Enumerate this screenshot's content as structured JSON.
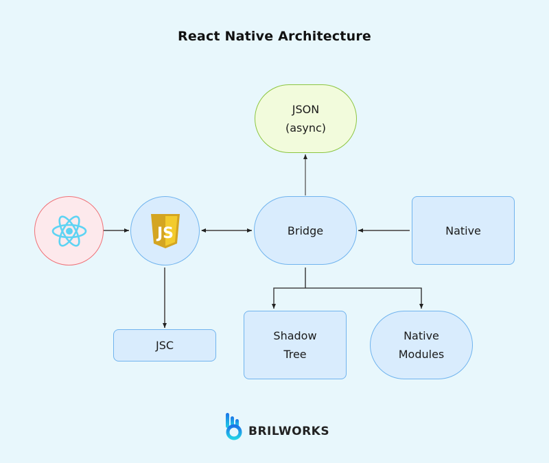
{
  "title": "React Native Architecture",
  "nodes": {
    "react": {
      "label": "",
      "icon": "react-atom-icon"
    },
    "js": {
      "label": "",
      "icon": "javascript-shield-icon"
    },
    "bridge": {
      "label": "Bridge"
    },
    "json": {
      "label": "JSON\n(async)"
    },
    "native": {
      "label": "Native"
    },
    "jsc": {
      "label": "JSC"
    },
    "shadow_tree": {
      "label": "Shadow\nTree"
    },
    "native_modules": {
      "label": "Native\nModules"
    }
  },
  "edges": [
    {
      "from": "react",
      "to": "js",
      "type": "arrow"
    },
    {
      "from": "js",
      "to": "bridge",
      "type": "bidirectional"
    },
    {
      "from": "native",
      "to": "bridge",
      "type": "arrow"
    },
    {
      "from": "bridge",
      "to": "json",
      "type": "arrow"
    },
    {
      "from": "js",
      "to": "jsc",
      "type": "arrow"
    },
    {
      "from": "bridge",
      "to": "shadow_tree",
      "type": "arrow"
    },
    {
      "from": "bridge",
      "to": "native_modules",
      "type": "arrow"
    }
  ],
  "brand": {
    "name": "BRILWORKS"
  },
  "colors": {
    "background": "#e8f7fc",
    "node_fill": "#d9ecfd",
    "node_stroke": "#6fb3ee",
    "json_fill": "#f2fbdc",
    "json_stroke": "#8bc53f",
    "react_fill": "#fde9ec",
    "react_stroke": "#ef7076",
    "react_icon": "#5ed3f3",
    "js_icon": "#e8b923",
    "edge": "#6b6b6b"
  }
}
